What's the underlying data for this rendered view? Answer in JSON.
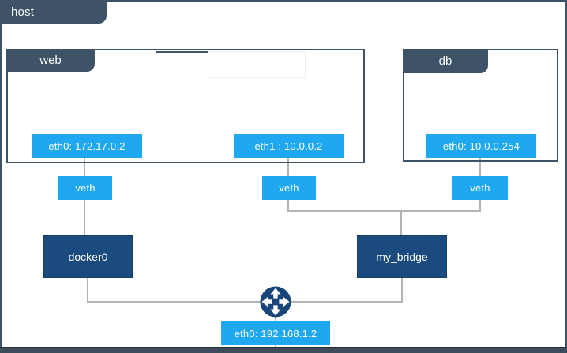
{
  "host": {
    "label": "host",
    "interface": {
      "label": "eth0: 192.168.1.2"
    }
  },
  "containers": [
    {
      "label": "web",
      "interfaces": [
        {
          "label": "eth0: 172.17.0.2"
        },
        {
          "label": "eth1 : 10.0.0.2"
        }
      ]
    },
    {
      "label": "db",
      "interfaces": [
        {
          "label": "eth0: 10.0.0.254"
        }
      ]
    }
  ],
  "veths": [
    {
      "label": "veth"
    },
    {
      "label": "veth"
    },
    {
      "label": "veth"
    }
  ],
  "bridges": [
    {
      "label": "docker0"
    },
    {
      "label": "my_bridge"
    }
  ],
  "icons": {
    "router": "cross-arrows-routing-icon"
  },
  "colors": {
    "accent_blue": "#1fa8f0",
    "navy": "#1a4a7e",
    "slate": "#3e5368",
    "connector_gray": "#b3b3b3"
  }
}
